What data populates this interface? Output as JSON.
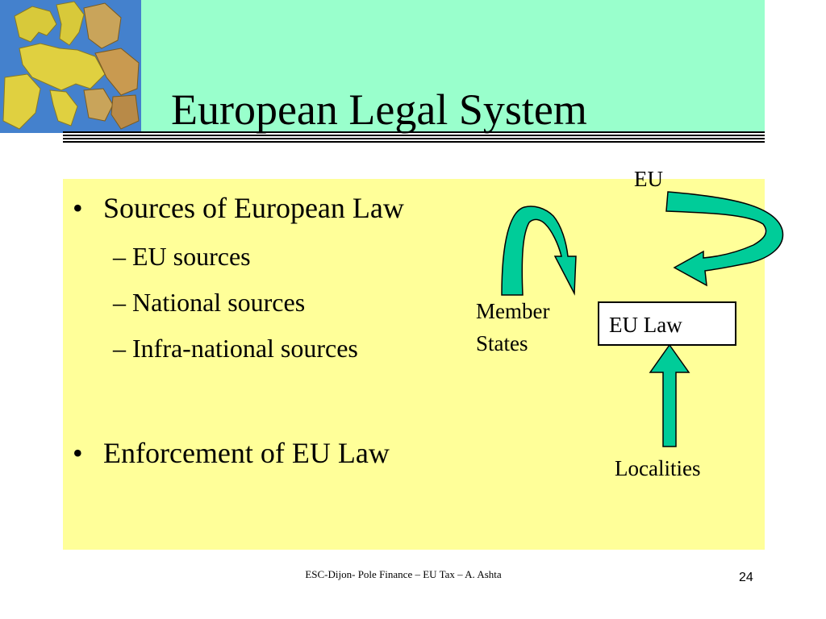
{
  "slide": {
    "title": "European Legal System",
    "colors": {
      "header_band": "#99ffcc",
      "content_box": "#ffff99",
      "arrow_fill": "#00cc99",
      "arrow_stroke": "#000000"
    },
    "bullets": [
      {
        "text": "Sources of European Law",
        "sub": [
          "– EU sources",
          "–  National sources",
          "–  Infra-national sources"
        ]
      },
      {
        "text": "Enforcement of EU Law",
        "sub": []
      }
    ],
    "diagram": {
      "eu_label": "EU",
      "member_states_line1": "Member",
      "member_states_line2": "States",
      "eu_law_label": "EU Law",
      "localities_label": "Localities"
    },
    "footer": "ESC-Dijon- Pole Finance – EU Tax – A. Ashta",
    "page_number": "24",
    "icons": [
      "europe-map-icon",
      "cycle-arrow-icon",
      "curved-arrow-icon",
      "up-arrow-icon"
    ]
  }
}
